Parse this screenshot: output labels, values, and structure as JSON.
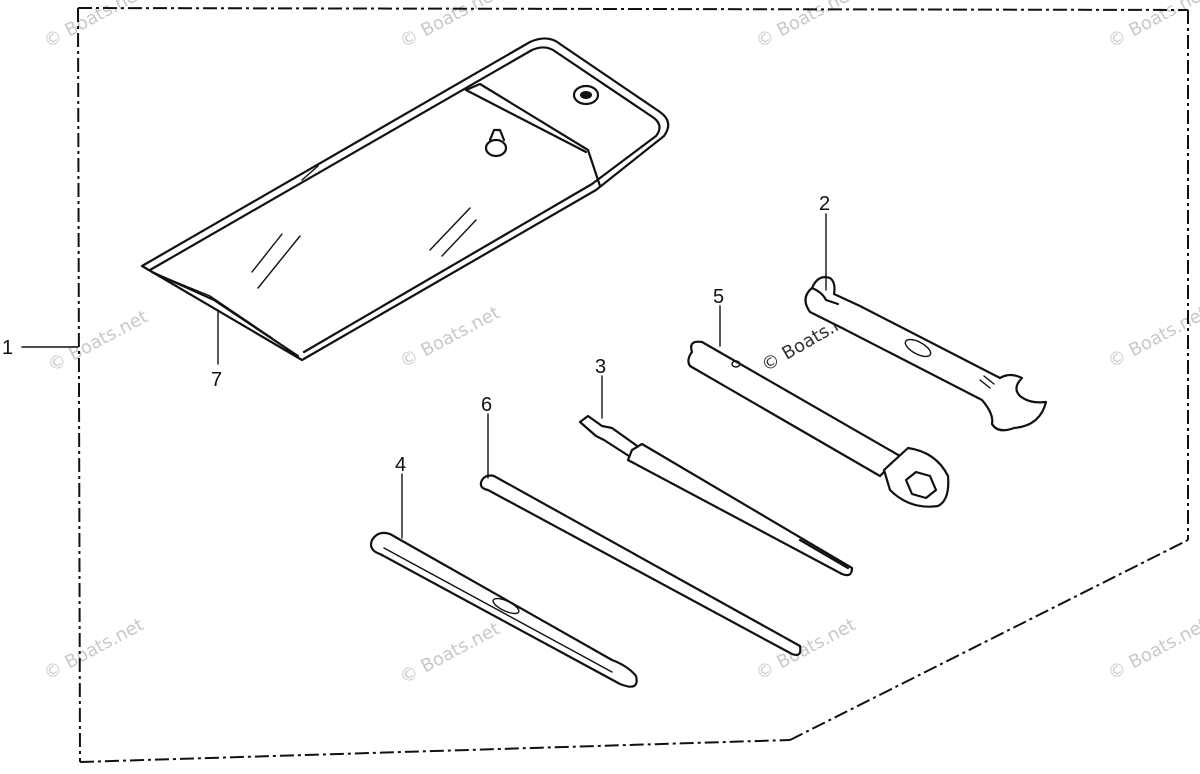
{
  "callouts": [
    "1",
    "2",
    "3",
    "4",
    "5",
    "6",
    "7"
  ],
  "watermark": "© Boats.net"
}
